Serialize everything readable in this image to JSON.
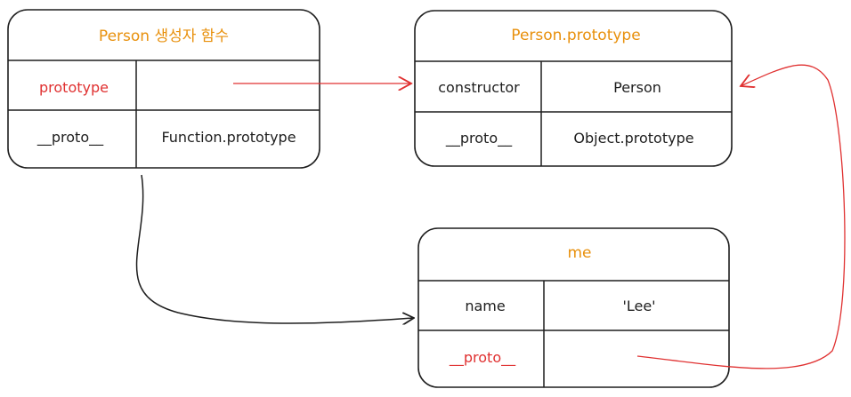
{
  "boxes": {
    "person_fn": {
      "title": "Person 생성자 함수",
      "rows": [
        {
          "key": "prototype",
          "value": ""
        },
        {
          "key": "__proto__",
          "value": "Function.prototype"
        }
      ]
    },
    "person_proto": {
      "title": "Person.prototype",
      "rows": [
        {
          "key": "constructor",
          "value": "Person"
        },
        {
          "key": "__proto__",
          "value": "Object.prototype"
        }
      ]
    },
    "me": {
      "title": "me",
      "rows": [
        {
          "key": "name",
          "value": "'Lee'"
        },
        {
          "key": "__proto__",
          "value": ""
        }
      ]
    }
  },
  "colors": {
    "title": "#e8900c",
    "highlight": "#e03131",
    "stroke": "#1e1e1e"
  }
}
